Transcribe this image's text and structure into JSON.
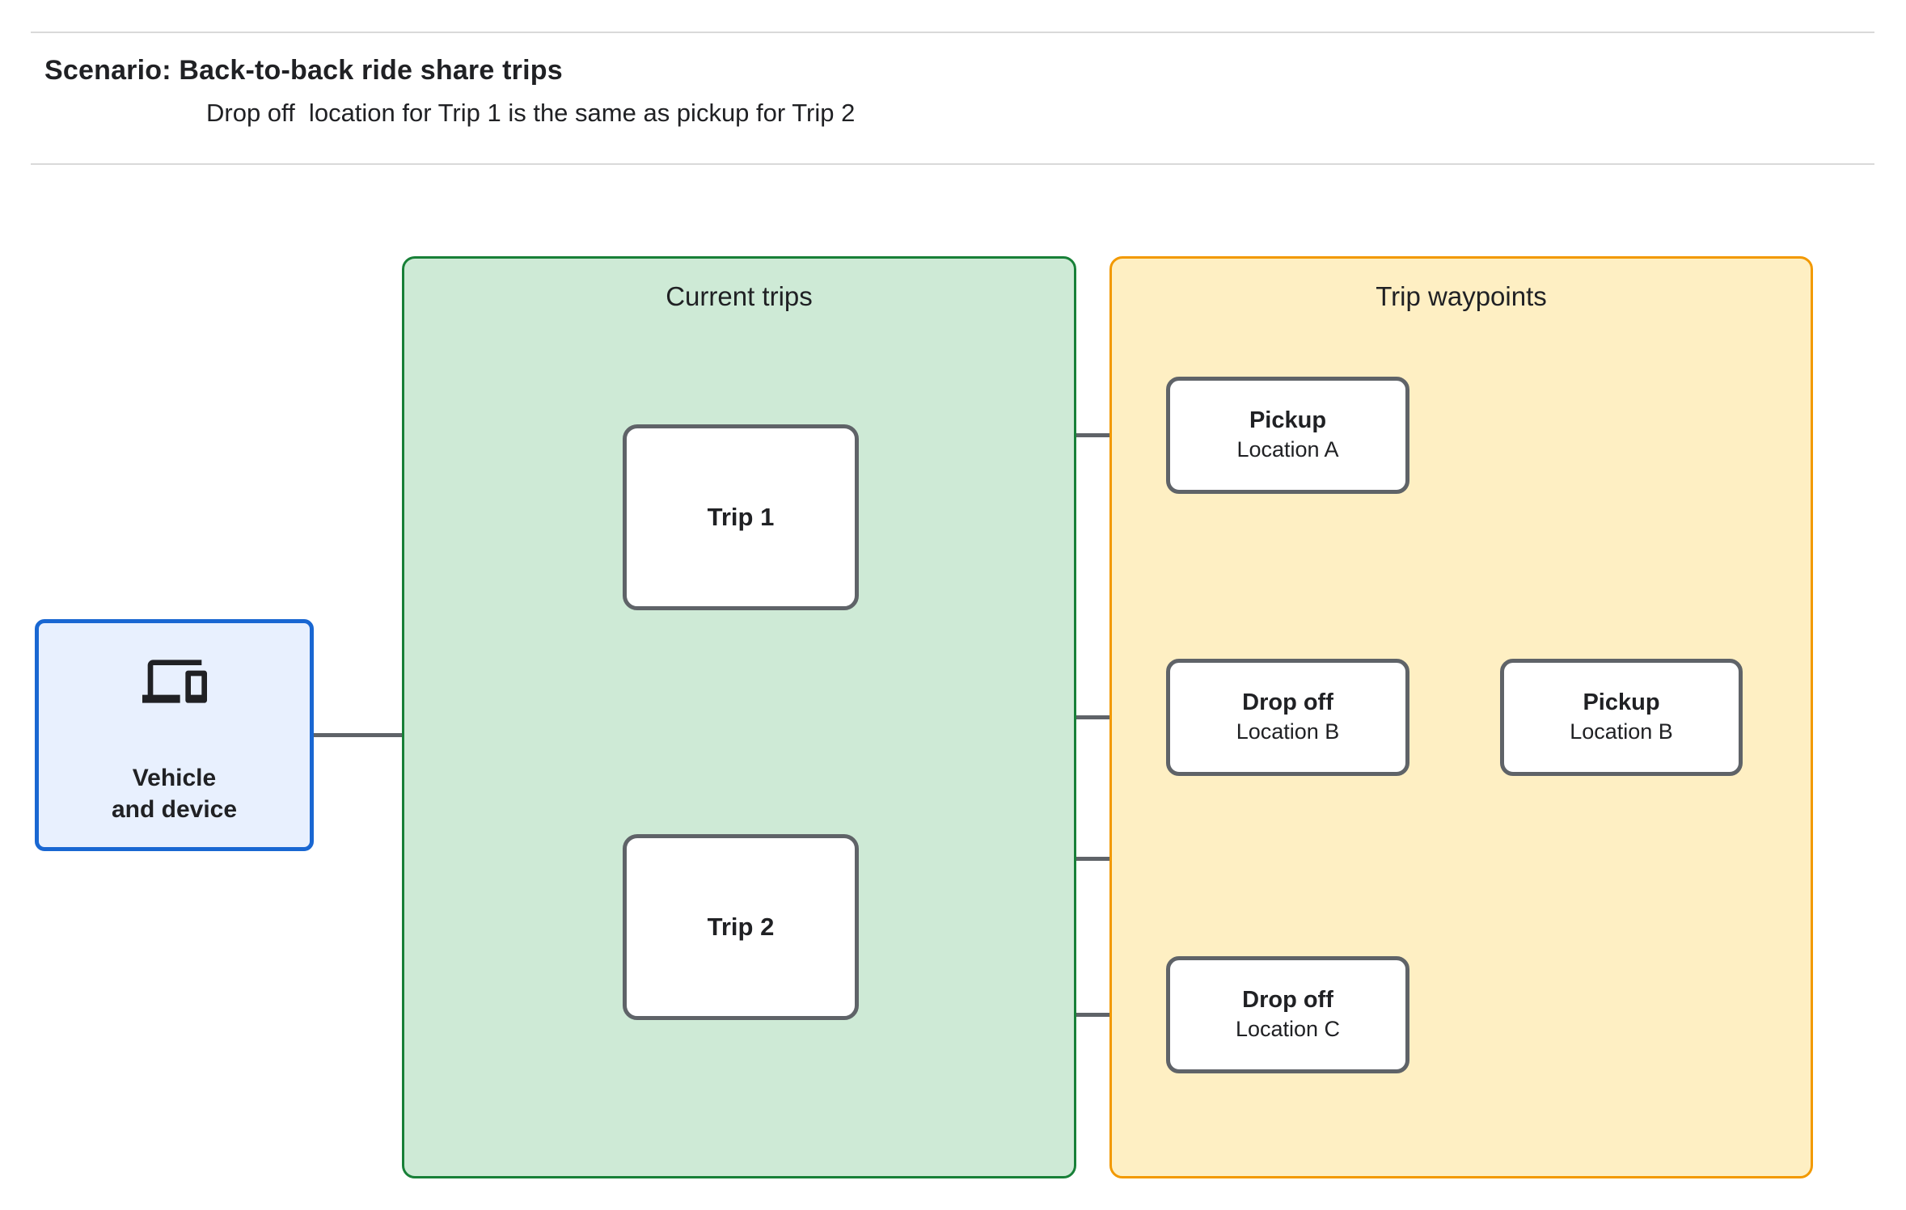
{
  "header": {
    "title": "Scenario: Back-to-back ride share trips",
    "subtitle": "Drop off  location for Trip 1 is the same as pickup for Trip 2"
  },
  "vehicle": {
    "icon": "devices-icon",
    "label_line1": "Vehicle",
    "label_line2": "and device"
  },
  "containers": {
    "current_trips": {
      "title": "Current trips"
    },
    "trip_waypoints": {
      "title": "Trip waypoints"
    }
  },
  "trips": [
    {
      "label": "Trip 1"
    },
    {
      "label": "Trip 2"
    }
  ],
  "waypoints": [
    {
      "title": "Pickup",
      "subtitle": "Location A"
    },
    {
      "title": "Drop off",
      "subtitle": "Location B"
    },
    {
      "title": "Pickup",
      "subtitle": "Location B"
    },
    {
      "title": "Drop off",
      "subtitle": "Location C"
    }
  ],
  "colors": {
    "blue_fill": "#e8f0fe",
    "blue_border": "#1967d2",
    "green_fill": "#ceead6",
    "green_border": "#188038",
    "yellow_fill": "#feefc3",
    "orange_border": "#f29900",
    "connector_gray": "#5f6368",
    "divider_gray": "#d9d9d9"
  }
}
